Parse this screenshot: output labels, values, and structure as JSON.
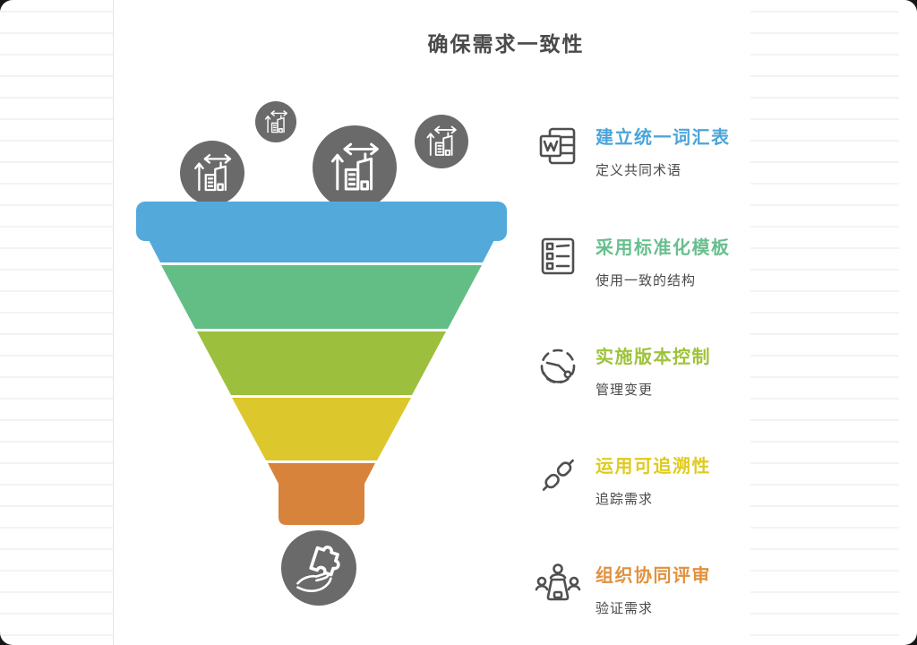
{
  "title": "确保需求一致性",
  "colors": {
    "heading": "#4A4A4A",
    "subtitle": "#4A4A4A",
    "bubble_gray": "#6A6A6A",
    "paper_line": "#F3F3F3",
    "margin_line": "#F6DEDE"
  },
  "funnel": {
    "segment_colors": [
      "#54A9DB",
      "#63BE86",
      "#9CBF3D",
      "#DCC72C",
      "#D8833C"
    ],
    "bubble_color": "#6A6A6A",
    "input_bubble_icon": "building-metrics-icon",
    "output_bubble_icon": "hand-puzzle-icon",
    "input_bubble_count": 4
  },
  "items": [
    {
      "icon": "word-document-icon",
      "title": "建立统一词汇表",
      "subtitle": "定义共同术语",
      "color": "#4BA5DA"
    },
    {
      "icon": "checklist-icon",
      "title": "采用标准化模板",
      "subtitle": "使用一致的结构",
      "color": "#68BF8E"
    },
    {
      "icon": "version-history-icon",
      "title": "实施版本控制",
      "subtitle": "管理变更",
      "color": "#9DC33A"
    },
    {
      "icon": "chain-link-icon",
      "title": "运用可追溯性",
      "subtitle": "追踪需求",
      "color": "#E0CB1E"
    },
    {
      "icon": "people-review-icon",
      "title": "组织协同评审",
      "subtitle": "验证需求",
      "color": "#E0913F"
    }
  ]
}
